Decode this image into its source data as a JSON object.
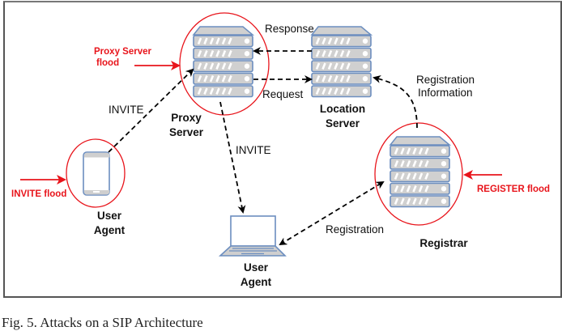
{
  "nodes": {
    "proxy_server": {
      "label_line1": "Proxy",
      "label_line2": "Server"
    },
    "location_server": {
      "label_line1": "Location",
      "label_line2": "Server"
    },
    "registrar": {
      "label": "Registrar"
    },
    "user_agent_phone": {
      "label_line1": "User",
      "label_line2": "Agent"
    },
    "user_agent_laptop": {
      "label_line1": "User",
      "label_line2": "Agent"
    }
  },
  "edges": {
    "invite_phone_to_proxy": "INVITE",
    "invite_proxy_to_laptop": "INVITE",
    "response": "Response",
    "request": "Request",
    "registration_information_line1": "Registration",
    "registration_information_line2": "Information",
    "registration": "Registration"
  },
  "attacks": {
    "proxy_flood_line1": "Proxy Server",
    "proxy_flood_line2": "flood",
    "invite_flood": "INVITE flood",
    "register_flood": "REGISTER flood"
  },
  "colors": {
    "attack_red": "#e8141b",
    "server_fill": "#d0d0d0",
    "server_stroke": "#6c8ebf",
    "edge": "#000000"
  },
  "caption": "Fig. 5.   Attacks on a SIP Architecture"
}
